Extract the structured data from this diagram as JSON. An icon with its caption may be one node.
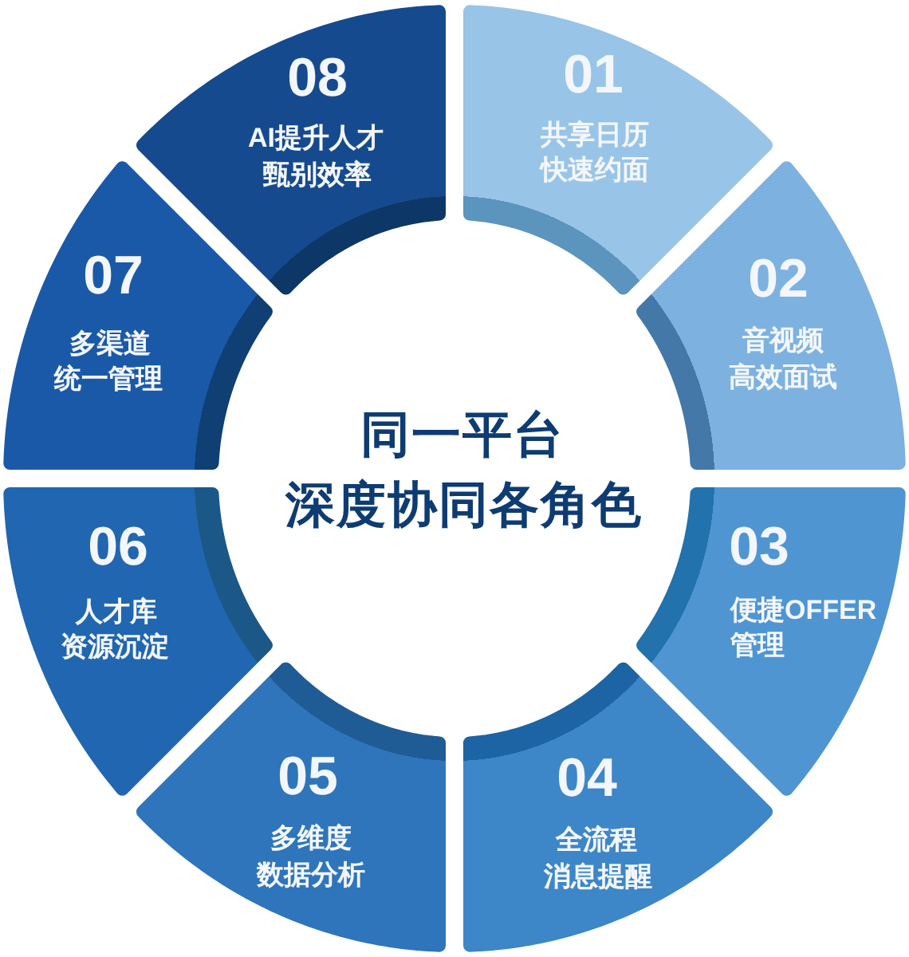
{
  "diagram": {
    "nodes": [
      {
        "text": [
          "01",
          "共享日历",
          "快速约面"
        ]
      },
      {
        "text": [
          "02",
          "音视频",
          "高效面试"
        ]
      },
      {
        "text": [
          "03",
          "便捷OFFER管理"
        ]
      },
      {
        "text": [
          "04",
          "全流程",
          "消息提醒"
        ]
      },
      {
        "text": [
          "05",
          "多维度",
          "数据分析"
        ]
      },
      {
        "text": [
          "06",
          "人才库",
          "资源沉淀"
        ]
      },
      {
        "text": [
          "07",
          "多渠道",
          "统一管理"
        ]
      },
      {
        "text": [
          "08",
          "AI提升人才",
          "甄别效率"
        ]
      }
    ],
    "labels": [
      "同一平台",
      "深度协同各角色"
    ]
  }
}
